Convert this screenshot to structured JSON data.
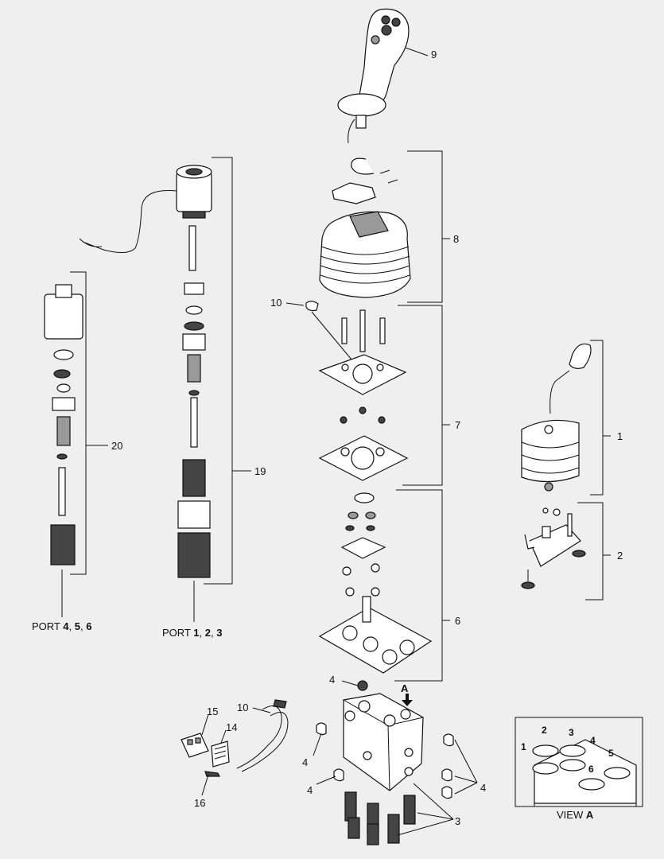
{
  "callouts": {
    "c1": "1",
    "c2": "2",
    "c3": "3",
    "c4a": "4",
    "c4b": "4",
    "c4c": "4",
    "c4d": "4",
    "c6": "6",
    "c7": "7",
    "c8": "8",
    "c9": "9",
    "c10a": "10",
    "c10b": "10",
    "c14": "14",
    "c15": "15",
    "c16": "16",
    "c19": "19",
    "c20": "20"
  },
  "ports": {
    "left": {
      "prefix": "PORT ",
      "n1": "4",
      "sep1": ", ",
      "n2": "5",
      "sep2": ", ",
      "n3": "6"
    },
    "right": {
      "prefix": "PORT ",
      "n1": "1",
      "sep1": ", ",
      "n2": "2",
      "sep2": ", ",
      "n3": "3"
    }
  },
  "view_a": {
    "label_prefix": "VIEW ",
    "label_letter": "A",
    "arrow_letter": "A",
    "ports": [
      "1",
      "2",
      "3",
      "4",
      "5",
      "6"
    ]
  }
}
